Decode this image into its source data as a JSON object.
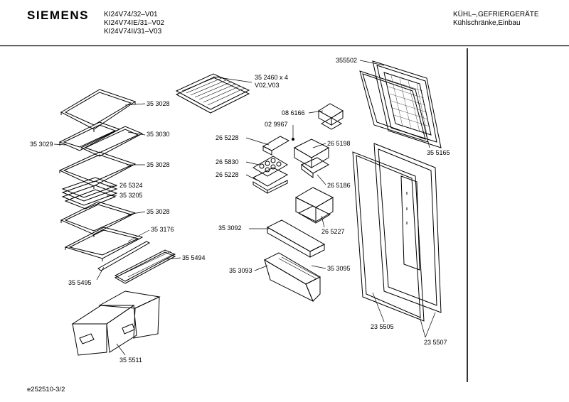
{
  "header": {
    "brand": "SIEMENS",
    "models": [
      "KI24V74/32–V01",
      "KI24V74IE/31–V02",
      "KI24V74II/31–V03"
    ],
    "category_line1": "KÜHL–,GEFRIERGERÄTE",
    "category_line2": "Kühlschränke,Einbau"
  },
  "footer": {
    "doc_id": "e252510-3/2"
  },
  "parts": {
    "p355502": "355502",
    "p3524604": "35 2460  x 4",
    "pV02V03": "V02,V03",
    "p353028a": "35 3028",
    "p353030": "35 3030",
    "p353029": "35 3029",
    "p353028b": "35 3028",
    "p265324": "26 5324",
    "p353205": "35 3205",
    "p353028c": "35 3028",
    "p353176": "35 3176",
    "p355494": "35 5494",
    "p355495": "35 5495",
    "p355511": "35 5511",
    "p086166": "08 6166",
    "p029967": "02 9967",
    "p265228a": "26 5228",
    "p265198": "26 5198",
    "p265830": "26 5830",
    "p265228b": "26 5228",
    "p265186": "26 5186",
    "p265227": "26 5227",
    "p353092": "35 3092",
    "p353093": "35 3093",
    "p353095": "35 3095",
    "p355165": "35 5165",
    "p235505": "23 5505",
    "p235507": "23 5507"
  }
}
